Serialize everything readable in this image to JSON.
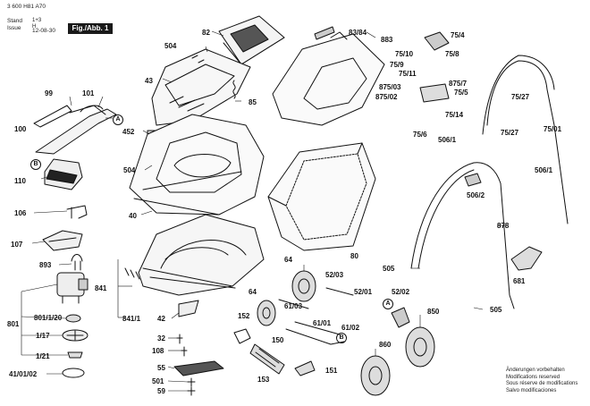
{
  "header": {
    "doc_number": "3 600 H81 A70",
    "stand_label": "Stand",
    "issue_label": "Issue",
    "date": "12-08-30",
    "key_symbols": "1+3\nH",
    "figure_label": "Fig./Abb. 1"
  },
  "callouts": {
    "c82": "82",
    "c504a": "504",
    "c43": "43",
    "c85": "85",
    "c99": "99",
    "c101": "101",
    "c100": "100",
    "cA1": "A",
    "c452": "452",
    "cB1": "B",
    "c504b": "504",
    "c110": "110",
    "c40": "40",
    "c106": "106",
    "c107": "107",
    "c893": "893",
    "c841": "841",
    "c841_1": "841/1",
    "c801": "801",
    "c801_1_20": "801/1/20",
    "c1_17": "1/17",
    "c1_21": "1/21",
    "c41_01_02": "41/01/02",
    "c42": "42",
    "c32": "32",
    "c108": "108",
    "c55": "55",
    "c501": "501",
    "c59": "59",
    "c83_84": "83/84",
    "c883": "883",
    "c80": "80",
    "c75_4": "75/4",
    "c75_10": "75/10",
    "c75_8": "75/8",
    "c75_9": "75/9",
    "c75_11": "75/11",
    "c875_03": "875/03",
    "c875_7": "875/7",
    "c875_02": "875/02",
    "c75_5": "75/5",
    "c75_27a": "75/27",
    "c75_14": "75/14",
    "c75_6": "75/6",
    "c506_1a": "506/1",
    "c75_27b": "75/27",
    "c75_01": "75/01",
    "c506_1b": "506/1",
    "c506_2": "506/2",
    "c878": "878",
    "c681": "681",
    "c505a": "505",
    "c505b": "505",
    "c64a": "64",
    "c52_03": "52/03",
    "c52_01": "52/01",
    "c52_02": "52/02",
    "cA2": "A",
    "c64b": "64",
    "c61_03": "61/03",
    "c152": "152",
    "c61_01": "61/01",
    "c61_02": "61/02",
    "cB2": "B",
    "c850": "850",
    "c150": "150",
    "c860": "860",
    "c151": "151",
    "c153": "153"
  },
  "notes": {
    "line1": "Änderungen vorbehalten",
    "line2": "Modifications reserved",
    "line3": "Sous réserve de modifications",
    "line4": "Salvo modificaciones"
  },
  "colors": {
    "ink": "#111111",
    "gray": "#888888",
    "paper": "#ffffff"
  }
}
